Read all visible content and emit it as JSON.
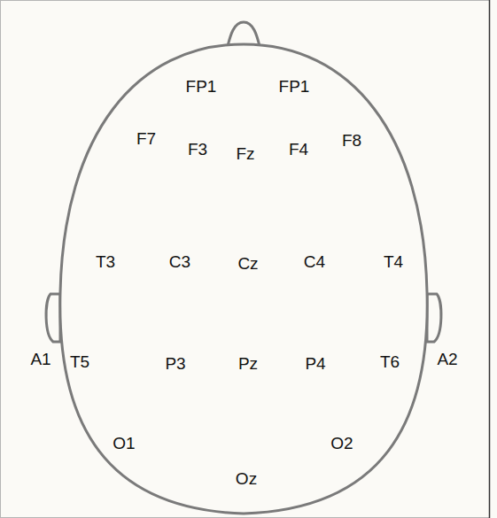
{
  "diagram": {
    "labels": [
      "FP1",
      "FP1",
      "F7",
      "F3",
      "Fz",
      "F4",
      "F8",
      "T3",
      "C3",
      "Cz",
      "C4",
      "T4",
      "A1",
      "T5",
      "P3",
      "Pz",
      "P4",
      "T6",
      "A2",
      "O1",
      "Oz",
      "O2"
    ]
  }
}
